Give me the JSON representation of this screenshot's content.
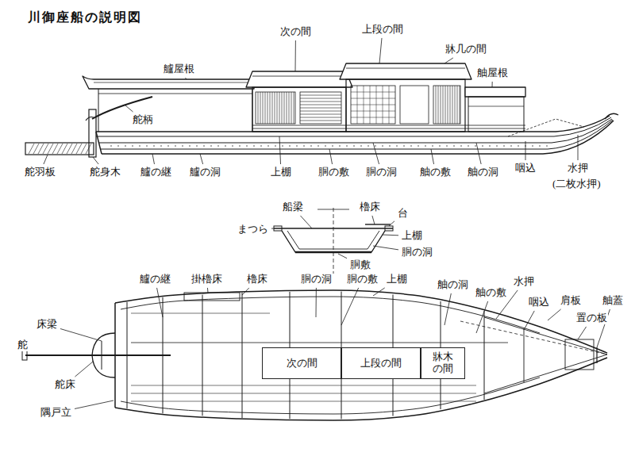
{
  "diagram": {
    "title": "川御座船の説明図",
    "nodes": [
      {
        "text": [
          "次の間"
        ]
      },
      {
        "text": [
          "上段の間"
        ]
      },
      {
        "text": [
          "牀木の間"
        ]
      }
    ],
    "labels": [
      "艫屋根",
      "次の間",
      "上段の間",
      "牀几の間",
      "舳屋根",
      "舵柄",
      "舵羽板",
      "舵身木",
      "艫の継",
      "艫の洞",
      "上棚",
      "胴の敷",
      "胴の洞",
      "舳の敷",
      "舳の洞",
      "咽込",
      "水押",
      "(二枚水押)",
      "まつら",
      "船梁",
      "櫓床",
      "台",
      "上棚",
      "胴の洞",
      "胴敷",
      "艫の継",
      "掛櫓床",
      "櫓床",
      "胴の洞",
      "胴の敷",
      "上棚",
      "舳の洞",
      "舳の敷",
      "水押",
      "咽込",
      "肩板",
      "置の板",
      "舳蓋",
      "床梁",
      "舵",
      "舵床",
      "隅戸立"
    ]
  }
}
